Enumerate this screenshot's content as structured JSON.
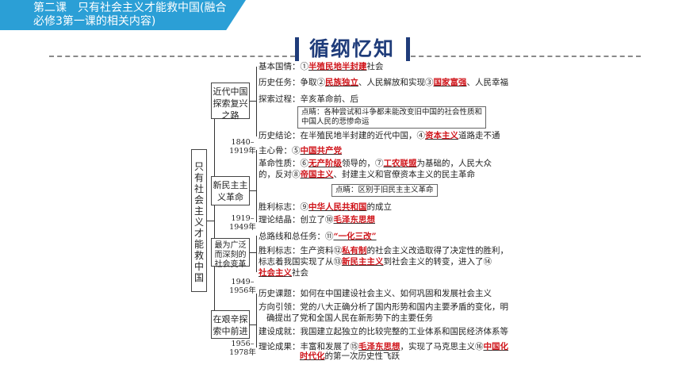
{
  "header": {
    "line1": "第二课　只有社会主义才能救中国(融合",
    "line2": "必修3第一课的相关内容)"
  },
  "section_title": "循纲忆知",
  "main_box": "只有社会主义才能救中国",
  "stage_boxes": [
    "近代中国探索复兴之路",
    "新民主主义革命",
    "最为广泛而深刻的社会变革",
    "在艰辛探索中前进"
  ],
  "years": [
    "1840–1919年",
    "1919–1949年",
    "1949–1956年",
    "1956–1978年"
  ],
  "s1": {
    "r1_pre": "基本国情：①",
    "r1_ans": "半殖民地半封建",
    "r1_post": "社会",
    "r2_pre": "历史任务：争取②",
    "r2_a1": "民族独立",
    "r2_mid": "、人民解放和实现③",
    "r2_a2": "国家富强",
    "r2_post": "、人民幸福",
    "r3": "探索过程：辛亥革命前、后",
    "note": [
      "点睛：各种尝试和斗争都未能改变旧中国的社会性质和",
      "中国人民的悲惨命运"
    ],
    "r4_pre": "历史结论：在半殖民地半封建的近代中国，④",
    "r4_ans": "资本主义",
    "r4_post": "道路走不通"
  },
  "s2": {
    "r1_pre": "主心骨：⑤",
    "r1_ans": "中国共产党",
    "r2_pre": "革命性质：⑥",
    "r2_a1": "无产阶级",
    "r2_mid": "领导的，⑦",
    "r2_a2": "工农联盟",
    "r2_post": "为基础的，人民大众",
    "r3_pre": "的，反对⑧",
    "r3_ans": "帝国主义",
    "r3_post": "、封建主义和官僚资本主义的民主革命",
    "note": "点睛：区别于旧民主主义革命",
    "r4_pre": "胜利标志：⑨",
    "r4_ans": "中华人民共和国",
    "r4_post": "的成立",
    "r5_pre": "理论结晶：创立了⑩",
    "r5_ans": "毛泽东思想"
  },
  "s3": {
    "r1_pre": "总路线和总任务：⑪",
    "r1_ans": "“一化三改”",
    "r2_pre": "胜利标志：生产资料⑫",
    "r2_ans": "私有制",
    "r2_post": "的社会主义改造取得了决定性的胜利，",
    "r3_pre": "标志着我国实现了从⑬",
    "r3_ans": "新民主主义",
    "r3_post": "到社会主义的转变，进入了⑭",
    "r4_ans": "社会主义",
    "r4_post": "社会"
  },
  "s4": {
    "r1": "历史课题：如何在中国建设社会主义、如何巩固和发展社会主义",
    "r2": "方向引领：党的八大正确分析了国内形势和国内主要矛盾的变化，明",
    "r3": "确提出了党和全国人民在新形势下的主要任务",
    "r4": "建设成就：我国建立起独立的比较完整的工业体系和国民经济体系等",
    "r5_pre": "理论成果：丰富和发展了⑮",
    "r5_a1": "毛泽东思想",
    "r5_mid": "，实现了马克思主义⑯",
    "r5_a2": "中国化",
    "r6_ans": "时代化",
    "r6_post": "的第一次历史性飞跃"
  }
}
